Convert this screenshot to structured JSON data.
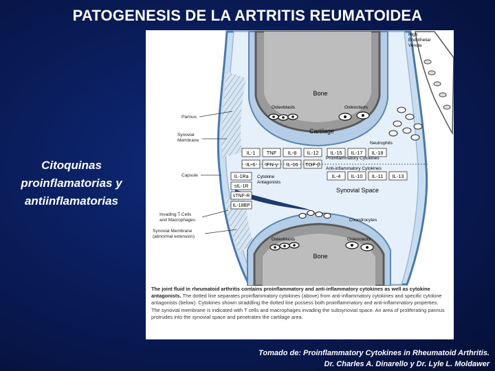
{
  "slide": {
    "title": "PATOGENESIS DE LA ARTRITIS REUMATOIDEA",
    "side_caption_lines": [
      "Citoquinas",
      "proinflamatorias y",
      "antiinflamatorias"
    ],
    "credit_lines": [
      "Tomado de: Proinflammatory Cytokines in Rheumatoid Arthritis.",
      "Dr. Charles A. Dinarello y Dr. Lyle L. Moldawer"
    ]
  },
  "diagram": {
    "labels": {
      "vessel": [
        "High",
        "Endothelial",
        "Venule"
      ],
      "bone_top": "Bone",
      "bone_bottom": "Bone",
      "osteoblasts": "Osteoblasts",
      "osteoclasts": "Osteoclasts",
      "cartilage": "Cartilage",
      "neutrophils": "Neutrophils",
      "synovial_space": "Synovial Space",
      "chondrocytes": "Chondrocytes",
      "pannus": "Pannus",
      "synovial_membrane": [
        "Synovial",
        "Membrane"
      ],
      "capsule": "Capsule",
      "invading_cells": [
        "Invading T Cells",
        "and Macrophages"
      ],
      "synovial_membrane_abnormal": [
        "Synovial Membrane",
        "(abnormal extension)"
      ],
      "proinflammatory": "Proinflammatory Cytokines",
      "antiinflammatory": "Anti-inflammatory Cytokines",
      "cytokine_antagonists": [
        "Cytokine",
        "Antagonists"
      ]
    },
    "proinflammatory_row": [
      "IL-1",
      "TNF",
      "IL-8",
      "IL-12",
      "IL-15",
      "IL-17",
      "IL-18"
    ],
    "middle_row": [
      "IL-6",
      "IFN-γ",
      "IL-16",
      "TGF-β"
    ],
    "antiinflammatory_row": [
      "IL-4",
      "IL-10",
      "IL-11",
      "IL-13"
    ],
    "antagonists": [
      "IL-1Ra",
      "sIL-1R",
      "sTNF-R",
      "IL-18BP"
    ],
    "caption_bold": "The joint fluid in rheumatoid arthritis contains proinflammatory and anti-inflammatory cytokines as well as cytokine antagonists.",
    "caption_body": "The dotted line separates proinflammatory cytokines (above) from anti-inflammatory cytokines and specific cytokine antagonists (below). Cytokines shown straddling the dotted line possess both proinflammatory and anti-inflammatory properties. The synovial membrane is indicated with T cells and macrophages invading the subsynovial space. An area of proliferating pannus protrudes into the synovial space and penetrates the cartilage area."
  }
}
